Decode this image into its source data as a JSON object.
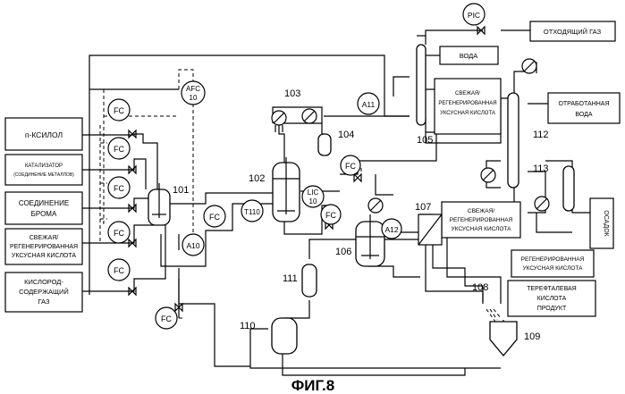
{
  "figure": {
    "caption": "ФИГ.8"
  },
  "boxes": {
    "p_xylene": "п-КСИЛОЛ",
    "catalyst_line1": "КАТАЛИЗАТОР",
    "catalyst_line2": "(СОЕДИНЕНИЕ МЕТАЛЛОВ)",
    "bromine_line1": "СОЕДИНЕНИЕ",
    "bromine_line2": "БРОМА",
    "fresh_acid_left_line1": "СВЕЖАЯ/",
    "fresh_acid_left_line2": "РЕГЕНЕРИРОВАННАЯ",
    "fresh_acid_left_line3": "УКСУСНАЯ КИСЛОТА",
    "oxygen_gas_line1": "КИСЛОРОД-",
    "oxygen_gas_line2": "СОДЕРЖАЩИЙ",
    "oxygen_gas_line3": "ГАЗ",
    "offgas": "ОТХОДЯЩИЙ ГАЗ",
    "water": "ВОДА",
    "fresh_acid_top_line1": "СВЕЖАЯ/",
    "fresh_acid_top_line2": "РЕГЕНЕРИРОВАННАЯ",
    "fresh_acid_top_line3": "УКСУСНАЯ КИСЛОТА",
    "waste_water_line1": "ОТРАБОТАННАЯ",
    "waste_water_line2": "ВОДА",
    "fresh_acid_right_line1": "СВЕЖАЯ/",
    "fresh_acid_right_line2": "РЕГЕНЕРИРОВАННАЯ",
    "fresh_acid_right_line3": "УКСУСНАЯ КИСЛОТА",
    "regen_acid_line1": "РЕГЕНЕРИРОВАННАЯ",
    "regen_acid_line2": "УКСУСНАЯ КИСЛОТА",
    "terephthalic_line1": "ТЕРЕФТАЛЕВАЯ",
    "terephthalic_line2": "КИСЛОТА",
    "terephthalic_line3": "ПРОДУКТ",
    "sediment": "ОСАДОК"
  },
  "instruments": {
    "fc": "FC",
    "afc_line1": "AFC",
    "afc_line2": "10",
    "pic": "PIC",
    "a10": "A10",
    "a11": "A11",
    "a12": "A12",
    "t110": "T110",
    "lic_line1": "LIC",
    "lic_line2": "10"
  },
  "refs": {
    "r101": "101",
    "r102": "102",
    "r103": "103",
    "r104": "104",
    "r105": "105",
    "r106": "106",
    "r107": "107",
    "r108": "108",
    "r109": "109",
    "r110": "110",
    "r111": "111",
    "r112": "112",
    "r113": "113"
  }
}
